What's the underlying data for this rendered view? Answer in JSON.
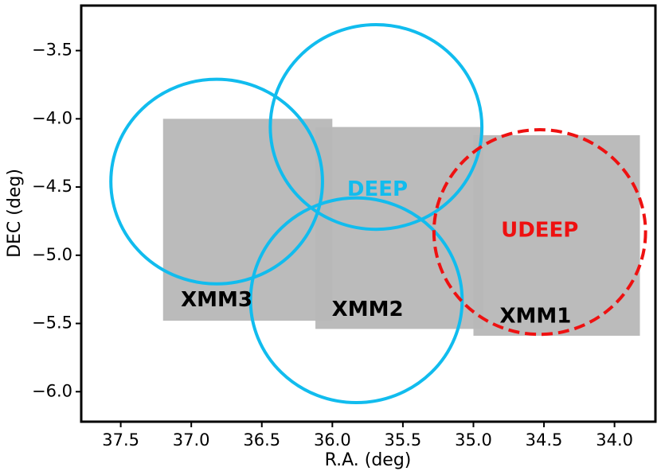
{
  "chart_data": {
    "type": "scatter",
    "xlabel": "R.A. (deg)",
    "ylabel": "DEC (deg)",
    "xlim": [
      37.78,
      33.71
    ],
    "ylim": [
      -6.22,
      -3.17
    ],
    "x_inverted": true,
    "xticks": [
      "37.5",
      "37.0",
      "36.5",
      "36.0",
      "35.5",
      "35.0",
      "34.5",
      "34.0"
    ],
    "xtick_values": [
      37.5,
      37.0,
      36.5,
      36.0,
      35.5,
      35.0,
      34.5,
      34.0
    ],
    "yticks": [
      "−3.5",
      "−4.0",
      "−4.5",
      "−5.0",
      "−5.5",
      "−6.0"
    ],
    "ytick_values": [
      -3.5,
      -4.0,
      -4.5,
      -5.0,
      -5.5,
      -6.0
    ],
    "grid": false,
    "fields": [
      {
        "label": "XMM3",
        "ra_min": 36.0,
        "ra_max": 37.2,
        "dec_min": -5.48,
        "dec_max": -4.0,
        "label_ra": 36.82,
        "label_dec": -5.33,
        "color": "#b7b7b7"
      },
      {
        "label": "XMM2",
        "ra_min": 34.93,
        "ra_max": 36.12,
        "dec_min": -5.54,
        "dec_max": -4.06,
        "label_ra": 35.75,
        "label_dec": -5.4,
        "color": "#b7b7b7"
      },
      {
        "label": "XMM1",
        "ra_min": 33.82,
        "ra_max": 35.0,
        "dec_min": -5.59,
        "dec_max": -4.12,
        "label_ra": 34.56,
        "label_dec": -5.45,
        "color": "#b7b7b7"
      }
    ],
    "circles": [
      {
        "ra": 36.82,
        "dec": -4.46,
        "radius": 0.75,
        "color": "#11bcee",
        "dashed": false
      },
      {
        "ra": 35.69,
        "dec": -4.06,
        "radius": 0.75,
        "color": "#11bcee",
        "dashed": false
      },
      {
        "ra": 35.83,
        "dec": -5.33,
        "radius": 0.75,
        "color": "#11bcee",
        "dashed": false
      },
      {
        "ra": 34.53,
        "dec": -4.83,
        "radius": 0.75,
        "color": "#ee1111",
        "dashed": true
      }
    ],
    "annotations": [
      {
        "text": "DEEP",
        "ra": 35.68,
        "dec": -4.52,
        "color": "#11bcee"
      },
      {
        "text": "UDEEP",
        "ra": 34.53,
        "dec": -4.82,
        "color": "#ee1111"
      }
    ]
  }
}
